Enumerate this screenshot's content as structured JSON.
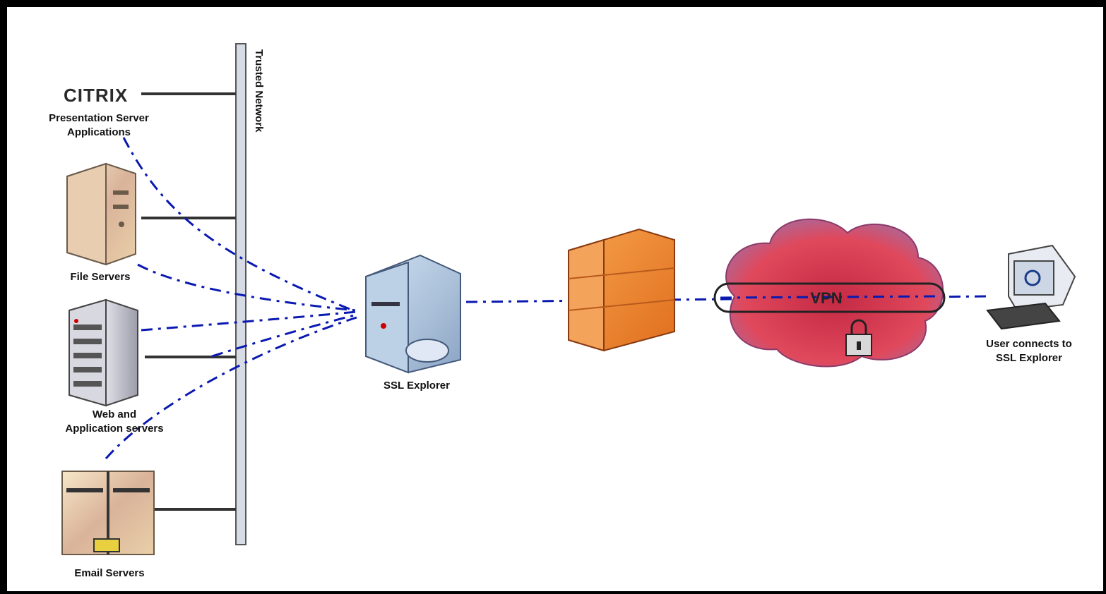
{
  "diagram": {
    "logo": "CITRIX",
    "presentation_server": [
      "Presentation Server",
      "Applications"
    ],
    "file_server": "File Servers",
    "web_servers": [
      "Web and",
      "Application servers"
    ],
    "email_server": "Email Servers",
    "network": "Trusted Network",
    "gateway": "SSL Explorer",
    "tunnel": "VPN",
    "client": [
      "User connects to",
      "SSL Explorer"
    ]
  },
  "colors": {
    "link": "#0a1ab0",
    "firewall": "#f08a2c",
    "cloud": "#d8324a",
    "network_bar": "#d6dbe6"
  }
}
